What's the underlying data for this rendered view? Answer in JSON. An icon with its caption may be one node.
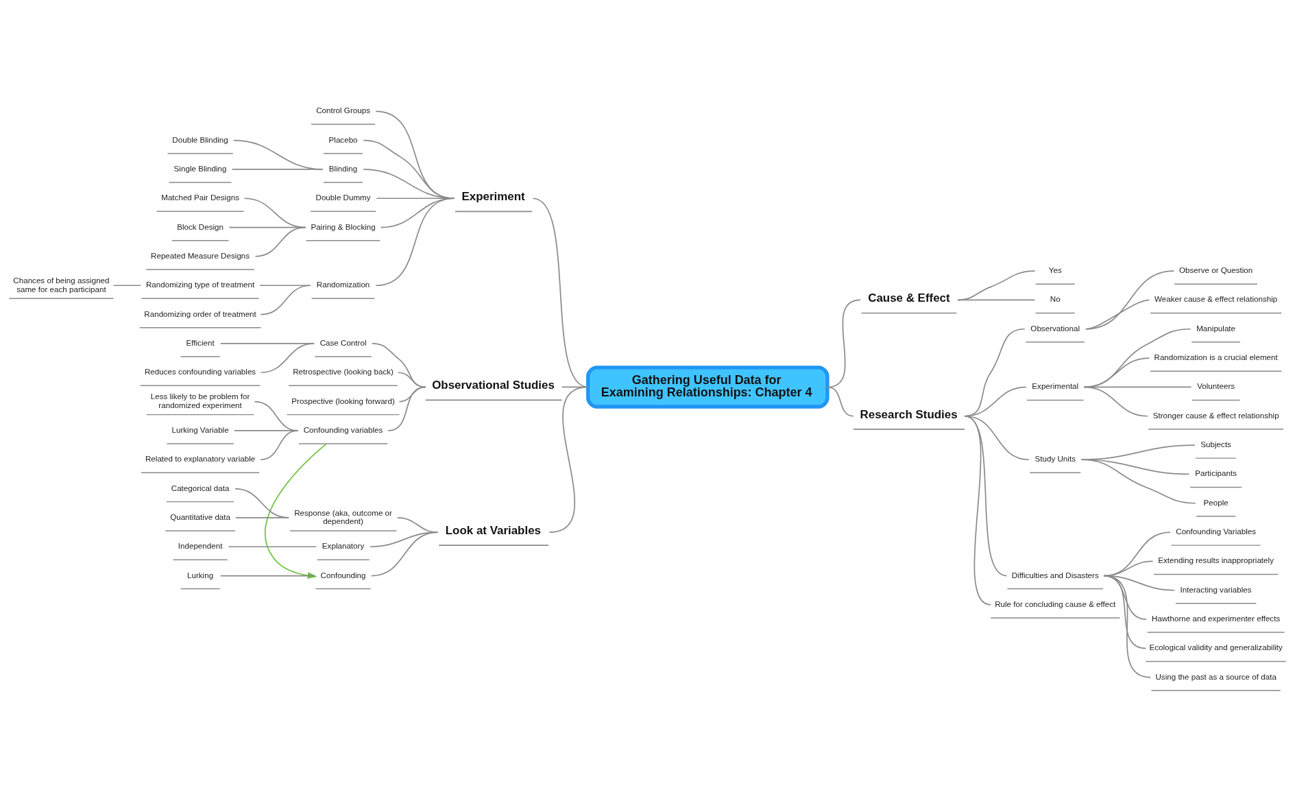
{
  "diagram": {
    "nodes": [
      {
        "text": [
          "Gathering Useful Data for Examining Relationships: Chapter 4"
        ]
      },
      {
        "text": [
          "Experiment"
        ]
      },
      {
        "text": [
          "Control Groups"
        ]
      },
      {
        "text": [
          "Placebo"
        ]
      },
      {
        "text": [
          "Blinding"
        ]
      },
      {
        "text": [
          "Double Blinding"
        ]
      },
      {
        "text": [
          "Single Blinding"
        ]
      },
      {
        "text": [
          "Double Dummy"
        ]
      },
      {
        "text": [
          "Pairing & Blocking"
        ]
      },
      {
        "text": [
          "Matched Pair Designs"
        ]
      },
      {
        "text": [
          "Block Design"
        ]
      },
      {
        "text": [
          "Repeated Measure Designs"
        ]
      },
      {
        "text": [
          "Randomization"
        ]
      },
      {
        "text": [
          "Randomizing type of treatment"
        ]
      },
      {
        "text": [
          "Chances of being assigned same for each participant"
        ]
      },
      {
        "text": [
          "Randomizing order of treatment"
        ]
      },
      {
        "text": [
          "Observational Studies"
        ]
      },
      {
        "text": [
          "Case Control"
        ]
      },
      {
        "text": [
          "Efficient"
        ]
      },
      {
        "text": [
          "Reduces confounding variables"
        ]
      },
      {
        "text": [
          "Retrospective (looking back)"
        ]
      },
      {
        "text": [
          "Prospective (looking forward)"
        ]
      },
      {
        "text": [
          "Confounding variables"
        ]
      },
      {
        "text": [
          "Less likely to be problem for randomized experiment"
        ]
      },
      {
        "text": [
          "Lurking Variable"
        ]
      },
      {
        "text": [
          "Related to explanatory variable"
        ]
      },
      {
        "text": [
          "Look at Variables"
        ]
      },
      {
        "text": [
          "Response (aka, outcome or dependent)"
        ]
      },
      {
        "text": [
          "Categorical data"
        ]
      },
      {
        "text": [
          "Quantitative data"
        ]
      },
      {
        "text": [
          "Confounding"
        ]
      },
      {
        "text": [
          "Lurking"
        ]
      },
      {
        "text": [
          "Explanatory"
        ]
      },
      {
        "text": [
          "Independent"
        ]
      },
      {
        "text": [
          "Cause & Effect"
        ]
      },
      {
        "text": [
          "Yes"
        ]
      },
      {
        "text": [
          "No"
        ]
      },
      {
        "text": [
          "Research Studies"
        ]
      },
      {
        "text": [
          "Observational"
        ]
      },
      {
        "text": [
          "Observe or Question"
        ]
      },
      {
        "text": [
          "Weaker cause & effect relationship"
        ]
      },
      {
        "text": [
          "Experimental"
        ]
      },
      {
        "text": [
          "Manipulate"
        ]
      },
      {
        "text": [
          "Randomization is a crucial element"
        ]
      },
      {
        "text": [
          "Volunteers"
        ]
      },
      {
        "text": [
          "Stronger cause & effect relationship"
        ]
      },
      {
        "text": [
          "Study Units"
        ]
      },
      {
        "text": [
          "Subjects"
        ]
      },
      {
        "text": [
          "Participants"
        ]
      },
      {
        "text": [
          "People"
        ]
      },
      {
        "text": [
          "Difficulties and Disasters"
        ]
      },
      {
        "text": [
          "Confounding Variables"
        ]
      },
      {
        "text": [
          "Extending results inappropriately"
        ]
      },
      {
        "text": [
          "Interacting variables"
        ]
      },
      {
        "text": [
          "Hawthorne and experimenter effects"
        ]
      },
      {
        "text": [
          "Ecological validity and generalizability"
        ]
      },
      {
        "text": [
          "Using the past as a source of data"
        ]
      },
      {
        "text": [
          "Rule for concluding cause & effect"
        ]
      }
    ],
    "edges": [
      {
        "from": 1,
        "to": 0,
        "arrow": "none"
      },
      {
        "from": 2,
        "to": 1,
        "arrow": "none"
      },
      {
        "from": 3,
        "to": 1,
        "arrow": "none"
      },
      {
        "from": 4,
        "to": 1,
        "arrow": "none"
      },
      {
        "from": 5,
        "to": 4,
        "arrow": "none"
      },
      {
        "from": 6,
        "to": 4,
        "arrow": "none"
      },
      {
        "from": 7,
        "to": 1,
        "arrow": "none"
      },
      {
        "from": 8,
        "to": 1,
        "arrow": "none"
      },
      {
        "from": 9,
        "to": 8,
        "arrow": "none"
      },
      {
        "from": 10,
        "to": 8,
        "arrow": "none"
      },
      {
        "from": 11,
        "to": 8,
        "arrow": "none"
      },
      {
        "from": 12,
        "to": 1,
        "arrow": "none"
      },
      {
        "from": 13,
        "to": 12,
        "arrow": "none"
      },
      {
        "from": 14,
        "to": 13,
        "arrow": "none"
      },
      {
        "from": 15,
        "to": 12,
        "arrow": "none"
      },
      {
        "from": 16,
        "to": 0,
        "arrow": "none"
      },
      {
        "from": 17,
        "to": 16,
        "arrow": "none"
      },
      {
        "from": 18,
        "to": 17,
        "arrow": "none"
      },
      {
        "from": 19,
        "to": 17,
        "arrow": "none"
      },
      {
        "from": 20,
        "to": 16,
        "arrow": "none"
      },
      {
        "from": 21,
        "to": 16,
        "arrow": "none"
      },
      {
        "from": 22,
        "to": 16,
        "arrow": "none"
      },
      {
        "from": 23,
        "to": 22,
        "arrow": "none"
      },
      {
        "from": 24,
        "to": 22,
        "arrow": "none"
      },
      {
        "from": 25,
        "to": 22,
        "arrow": "none"
      },
      {
        "from": 26,
        "to": 0,
        "arrow": "none"
      },
      {
        "from": 27,
        "to": 26,
        "arrow": "none"
      },
      {
        "from": 28,
        "to": 27,
        "arrow": "none"
      },
      {
        "from": 29,
        "to": 27,
        "arrow": "none"
      },
      {
        "from": 30,
        "to": 26,
        "arrow": "none"
      },
      {
        "from": 31,
        "to": 30,
        "arrow": "none"
      },
      {
        "from": 32,
        "to": 26,
        "arrow": "none"
      },
      {
        "from": 33,
        "to": 32,
        "arrow": "none"
      },
      {
        "from": 22,
        "to": 30,
        "arrow": "to",
        "color": "#6cc23a"
      },
      {
        "from": 0,
        "to": 34,
        "arrow": "none"
      },
      {
        "from": 34,
        "to": 35,
        "arrow": "none"
      },
      {
        "from": 34,
        "to": 36,
        "arrow": "none"
      },
      {
        "from": 0,
        "to": 37,
        "arrow": "none"
      },
      {
        "from": 37,
        "to": 38,
        "arrow": "none"
      },
      {
        "from": 38,
        "to": 39,
        "arrow": "none"
      },
      {
        "from": 38,
        "to": 40,
        "arrow": "none"
      },
      {
        "from": 37,
        "to": 41,
        "arrow": "none"
      },
      {
        "from": 41,
        "to": 42,
        "arrow": "none"
      },
      {
        "from": 41,
        "to": 43,
        "arrow": "none"
      },
      {
        "from": 41,
        "to": 44,
        "arrow": "none"
      },
      {
        "from": 41,
        "to": 45,
        "arrow": "none"
      },
      {
        "from": 37,
        "to": 46,
        "arrow": "none"
      },
      {
        "from": 46,
        "to": 47,
        "arrow": "none"
      },
      {
        "from": 46,
        "to": 48,
        "arrow": "none"
      },
      {
        "from": 46,
        "to": 49,
        "arrow": "none"
      },
      {
        "from": 37,
        "to": 50,
        "arrow": "none"
      },
      {
        "from": 50,
        "to": 51,
        "arrow": "none"
      },
      {
        "from": 50,
        "to": 52,
        "arrow": "none"
      },
      {
        "from": 50,
        "to": 53,
        "arrow": "none"
      },
      {
        "from": 50,
        "to": 54,
        "arrow": "none"
      },
      {
        "from": 50,
        "to": 55,
        "arrow": "none"
      },
      {
        "from": 50,
        "to": 56,
        "arrow": "none"
      },
      {
        "from": 37,
        "to": 57,
        "arrow": "none"
      }
    ]
  }
}
